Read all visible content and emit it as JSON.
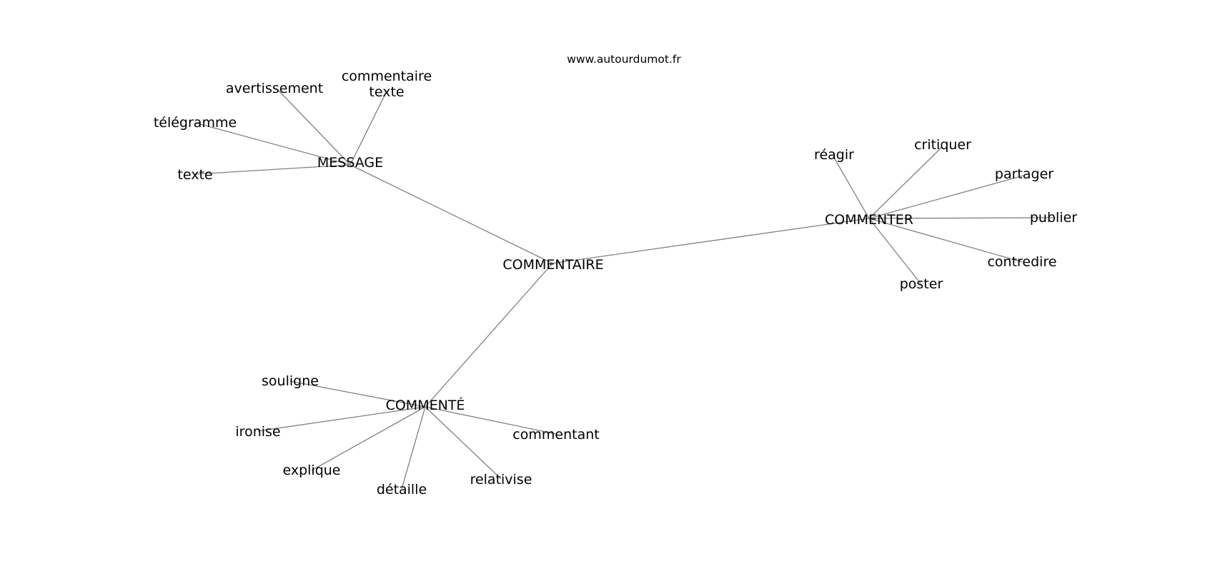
{
  "header": {
    "site": "www.autourdumot.fr"
  },
  "center": {
    "id": "commentaire",
    "label": "COMMENTAIRE"
  },
  "hubs": [
    {
      "id": "message",
      "label": "MESSAGE",
      "leaves": [
        {
          "id": "avertissement",
          "label": "avertissement"
        },
        {
          "id": "commentaire-texte",
          "label": "commentaire\ntexte"
        },
        {
          "id": "telegramme",
          "label": "télégramme"
        },
        {
          "id": "texte",
          "label": "texte"
        }
      ]
    },
    {
      "id": "commenter",
      "label": "COMMENTER",
      "leaves": [
        {
          "id": "reagir",
          "label": "réagir"
        },
        {
          "id": "critiquer",
          "label": "critiquer"
        },
        {
          "id": "partager",
          "label": "partager"
        },
        {
          "id": "publier",
          "label": "publier"
        },
        {
          "id": "contredire",
          "label": "contredire"
        },
        {
          "id": "poster",
          "label": "poster"
        }
      ]
    },
    {
      "id": "commente",
      "label": "COMMENTÉ",
      "leaves": [
        {
          "id": "souligne",
          "label": "souligne"
        },
        {
          "id": "ironise",
          "label": "ironise"
        },
        {
          "id": "explique",
          "label": "explique"
        },
        {
          "id": "detaille",
          "label": "détaille"
        },
        {
          "id": "relativise",
          "label": "relativise"
        },
        {
          "id": "commentant",
          "label": "commentant"
        }
      ]
    }
  ]
}
